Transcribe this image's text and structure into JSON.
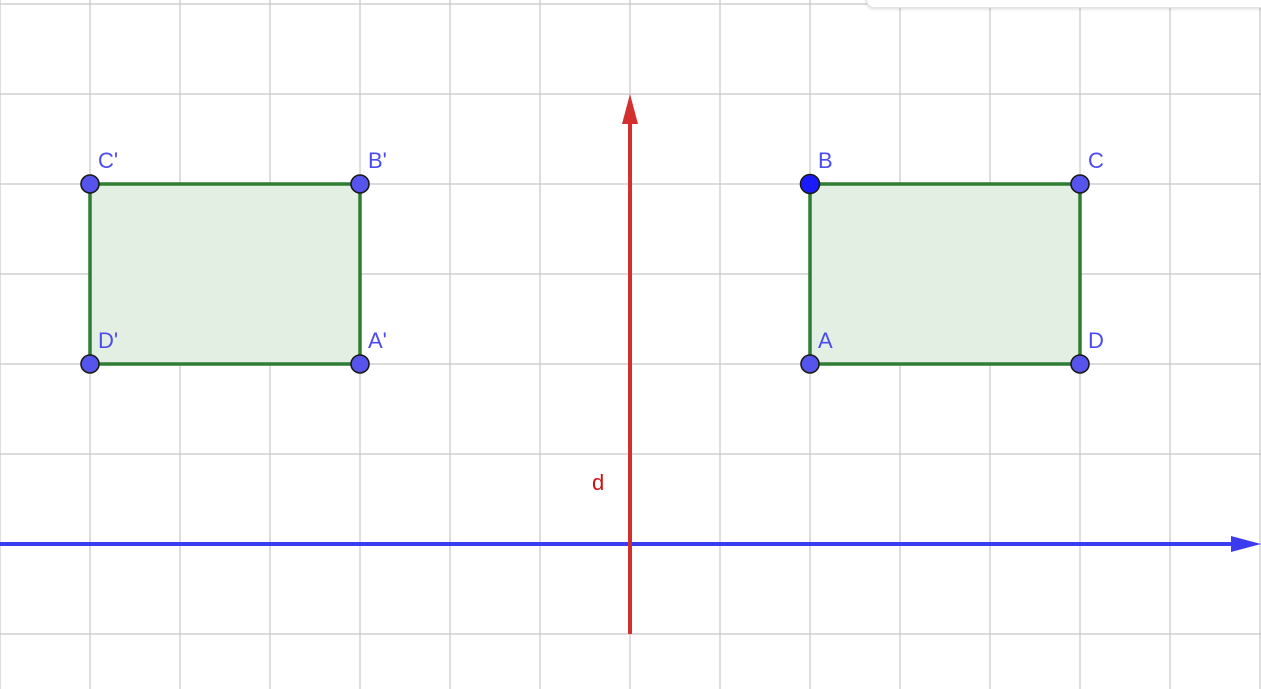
{
  "colors": {
    "grid": "#c8c8c8",
    "shape_stroke": "#2e7d32",
    "shape_fill": "#e4efe4",
    "point_fill": "#5555ee",
    "point_selected_fill": "#1a1aff",
    "point_stroke": "#1a1a1a",
    "point_label": "#4b4bf0",
    "line_d": "#d32f2f",
    "line_d_label": "#cc1111",
    "axis_line": "#3b3bf0"
  },
  "shapes": {
    "original": {
      "points": [
        {
          "label": "A",
          "x": 2,
          "y": 0
        },
        {
          "label": "B",
          "x": 2,
          "y": 2
        },
        {
          "label": "C",
          "x": 5,
          "y": 2
        },
        {
          "label": "D",
          "x": 5,
          "y": 0
        }
      ]
    },
    "image": {
      "points": [
        {
          "label": "A'",
          "x": -3,
          "y": 0
        },
        {
          "label": "B'",
          "x": -3,
          "y": 2
        },
        {
          "label": "C'",
          "x": -6,
          "y": 2
        },
        {
          "label": "D'",
          "x": -6,
          "y": 0
        }
      ]
    }
  },
  "vector_d": {
    "label": "d",
    "from": {
      "x": 0,
      "y": -3
    },
    "to": {
      "x": 0,
      "y": 3
    }
  },
  "horizontal_line": {
    "y": -2
  },
  "selected_point": "B"
}
